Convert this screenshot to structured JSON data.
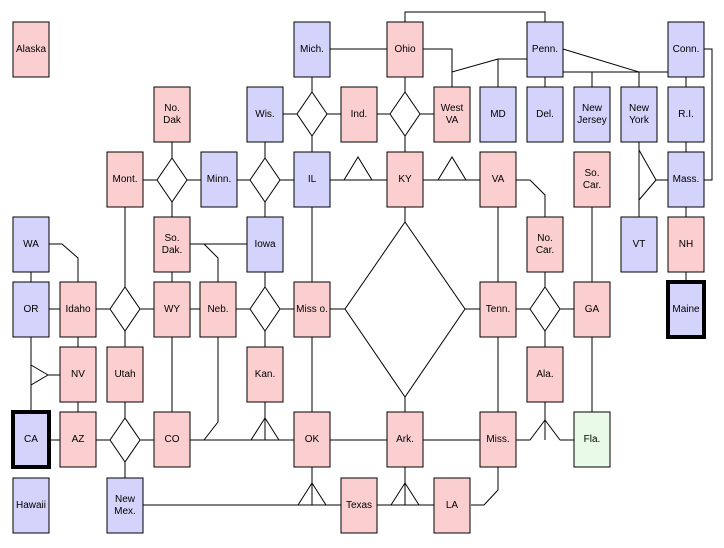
{
  "colors": {
    "pink": "#fbcfcf",
    "blue": "#d3d3fb",
    "green": "#e9fbe8",
    "stroke": "#000000"
  },
  "states": [
    {
      "id": "alaska",
      "lines": [
        "Alaska"
      ],
      "fill": "pink"
    },
    {
      "id": "mich",
      "lines": [
        "Mich."
      ],
      "fill": "blue"
    },
    {
      "id": "ohio",
      "lines": [
        "Ohio"
      ],
      "fill": "pink"
    },
    {
      "id": "penn",
      "lines": [
        "Penn."
      ],
      "fill": "blue"
    },
    {
      "id": "conn",
      "lines": [
        "Conn."
      ],
      "fill": "blue"
    },
    {
      "id": "nodak",
      "lines": [
        "No.",
        "Dak"
      ],
      "fill": "pink"
    },
    {
      "id": "wis",
      "lines": [
        "Wis."
      ],
      "fill": "blue"
    },
    {
      "id": "ind",
      "lines": [
        "Ind."
      ],
      "fill": "pink"
    },
    {
      "id": "westva",
      "lines": [
        "West",
        "VA"
      ],
      "fill": "pink"
    },
    {
      "id": "md",
      "lines": [
        "MD"
      ],
      "fill": "blue"
    },
    {
      "id": "del",
      "lines": [
        "Del."
      ],
      "fill": "blue"
    },
    {
      "id": "nj",
      "lines": [
        "New",
        "Jersey"
      ],
      "fill": "blue"
    },
    {
      "id": "ny",
      "lines": [
        "New",
        "York"
      ],
      "fill": "blue"
    },
    {
      "id": "ri",
      "lines": [
        "R.I."
      ],
      "fill": "blue"
    },
    {
      "id": "mont",
      "lines": [
        "Mont."
      ],
      "fill": "pink"
    },
    {
      "id": "minn",
      "lines": [
        "Minn."
      ],
      "fill": "blue"
    },
    {
      "id": "il",
      "lines": [
        "IL"
      ],
      "fill": "blue"
    },
    {
      "id": "ky",
      "lines": [
        "KY"
      ],
      "fill": "pink"
    },
    {
      "id": "va",
      "lines": [
        "VA"
      ],
      "fill": "pink"
    },
    {
      "id": "socar",
      "lines": [
        "So.",
        "Car."
      ],
      "fill": "pink"
    },
    {
      "id": "mass",
      "lines": [
        "Mass."
      ],
      "fill": "blue"
    },
    {
      "id": "wa",
      "lines": [
        "WA"
      ],
      "fill": "blue"
    },
    {
      "id": "sodak",
      "lines": [
        "So.",
        "Dak."
      ],
      "fill": "pink"
    },
    {
      "id": "iowa",
      "lines": [
        "Iowa"
      ],
      "fill": "blue"
    },
    {
      "id": "nocar",
      "lines": [
        "No.",
        "Car."
      ],
      "fill": "pink"
    },
    {
      "id": "vt",
      "lines": [
        "VT"
      ],
      "fill": "blue"
    },
    {
      "id": "nh",
      "lines": [
        "NH"
      ],
      "fill": "pink"
    },
    {
      "id": "or",
      "lines": [
        "OR"
      ],
      "fill": "blue"
    },
    {
      "id": "idaho",
      "lines": [
        "Idaho"
      ],
      "fill": "pink"
    },
    {
      "id": "wy",
      "lines": [
        "WY"
      ],
      "fill": "pink"
    },
    {
      "id": "neb",
      "lines": [
        "Neb."
      ],
      "fill": "pink"
    },
    {
      "id": "misso",
      "lines": [
        "Miss o."
      ],
      "fill": "pink"
    },
    {
      "id": "tenn",
      "lines": [
        "Tenn."
      ],
      "fill": "pink"
    },
    {
      "id": "ga",
      "lines": [
        "GA"
      ],
      "fill": "pink"
    },
    {
      "id": "maine",
      "lines": [
        "Maine"
      ],
      "fill": "blue",
      "highlight": true
    },
    {
      "id": "nv",
      "lines": [
        "NV"
      ],
      "fill": "pink"
    },
    {
      "id": "utah",
      "lines": [
        "Utah"
      ],
      "fill": "pink"
    },
    {
      "id": "kan",
      "lines": [
        "Kan."
      ],
      "fill": "pink"
    },
    {
      "id": "ala",
      "lines": [
        "Ala."
      ],
      "fill": "pink"
    },
    {
      "id": "ca",
      "lines": [
        "CA"
      ],
      "fill": "blue",
      "highlight": true
    },
    {
      "id": "az",
      "lines": [
        "AZ"
      ],
      "fill": "pink"
    },
    {
      "id": "co",
      "lines": [
        "CO"
      ],
      "fill": "pink"
    },
    {
      "id": "ok",
      "lines": [
        "OK"
      ],
      "fill": "pink"
    },
    {
      "id": "ark",
      "lines": [
        "Ark."
      ],
      "fill": "pink"
    },
    {
      "id": "miss",
      "lines": [
        "Miss."
      ],
      "fill": "pink"
    },
    {
      "id": "fla",
      "lines": [
        "Fla."
      ],
      "fill": "green"
    },
    {
      "id": "hawaii",
      "lines": [
        "Hawaii"
      ],
      "fill": "blue"
    },
    {
      "id": "newmex",
      "lines": [
        "New",
        "Mex."
      ],
      "fill": "blue"
    },
    {
      "id": "texas",
      "lines": [
        "Texas"
      ],
      "fill": "pink"
    },
    {
      "id": "la",
      "lines": [
        "LA"
      ],
      "fill": "pink"
    }
  ]
}
